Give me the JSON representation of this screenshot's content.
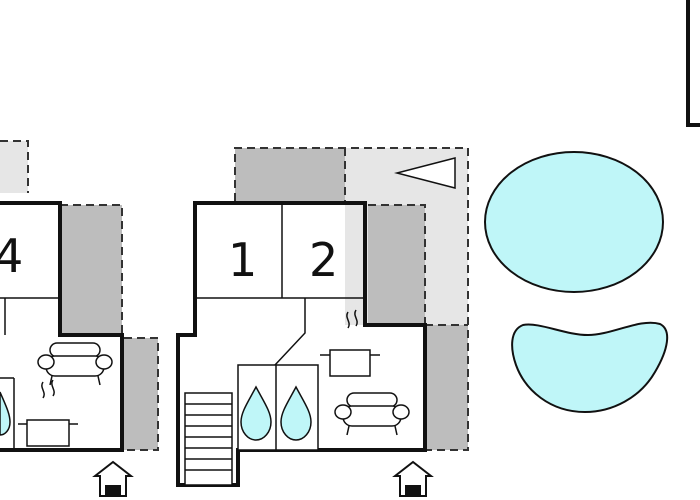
{
  "rooms": {
    "room_1": "1",
    "room_2": "2",
    "room_4": "4"
  },
  "colors": {
    "wall": "#111111",
    "terrace_dark": "#bdbdbd",
    "terrace_light": "#e6e6e6",
    "pool_water": "#bff6f8",
    "drop_water": "#bff6f8",
    "background": "#ffffff"
  },
  "icons": {
    "bed": "bed-icon",
    "sofa": "sofa-icon",
    "kitchen": "cooking-pot-icon",
    "bathroom": "water-drop-icon",
    "stairs": "stairs-icon",
    "entrance": "entrance-arrow-icon",
    "pool": "pool-icon",
    "orientation": "triangle-marker-icon"
  }
}
